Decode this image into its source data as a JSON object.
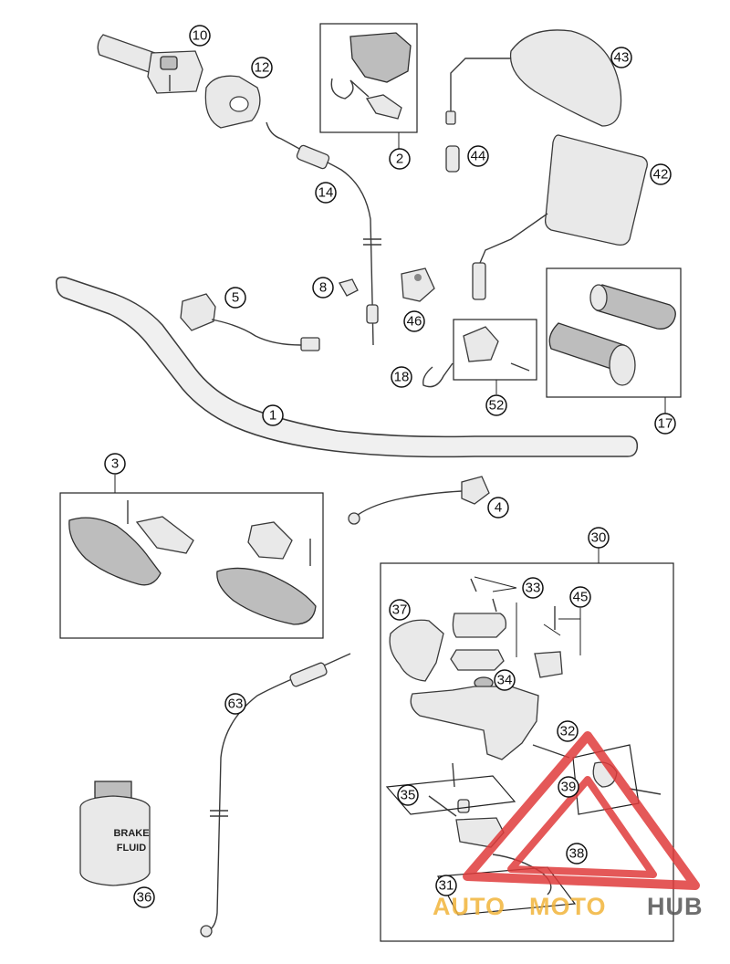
{
  "callouts": [
    "1",
    "2",
    "3",
    "4",
    "5",
    "8",
    "10",
    "12",
    "14",
    "17",
    "18",
    "30",
    "31",
    "32",
    "33",
    "34",
    "35",
    "36",
    "37",
    "38",
    "39",
    "42",
    "43",
    "44",
    "45",
    "46",
    "52",
    "63"
  ],
  "bottle_label": [
    "BRAKE",
    "FLUID"
  ],
  "watermark": {
    "part1": "AUTO",
    "part2": "MOTO",
    "part3": "HUB",
    "colors": {
      "auto": "#f2b43a",
      "moto": "#f2b43a",
      "hub": "#555555",
      "triangle": "#e03b3b"
    }
  }
}
